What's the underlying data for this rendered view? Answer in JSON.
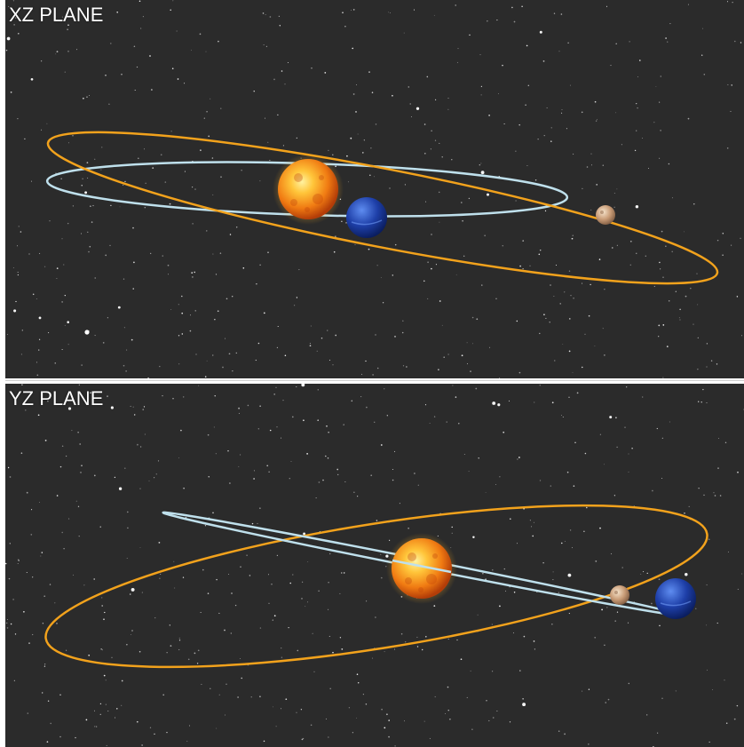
{
  "panels": [
    {
      "id": "xz",
      "label": "XZ PLANE"
    },
    {
      "id": "yz",
      "label": "YZ PLANE"
    }
  ],
  "bodies": {
    "sun": {
      "name": "sun",
      "colors": [
        "#fff2a0",
        "#ffb020",
        "#e86a10",
        "#b33d08"
      ]
    },
    "planet_blue": {
      "name": "blue-planet",
      "colors": [
        "#4a78e0",
        "#1e3fa8",
        "#0a1d5e"
      ]
    },
    "planet_small": {
      "name": "small-planet",
      "colors": [
        "#f3dcc0",
        "#c89b76",
        "#8a6448"
      ]
    }
  },
  "orbits": {
    "outer_color": "#f2a21c",
    "inner_color": "#bfe0ec"
  },
  "colors": {
    "space": "#2b2b2b",
    "label": "#ffffff"
  }
}
